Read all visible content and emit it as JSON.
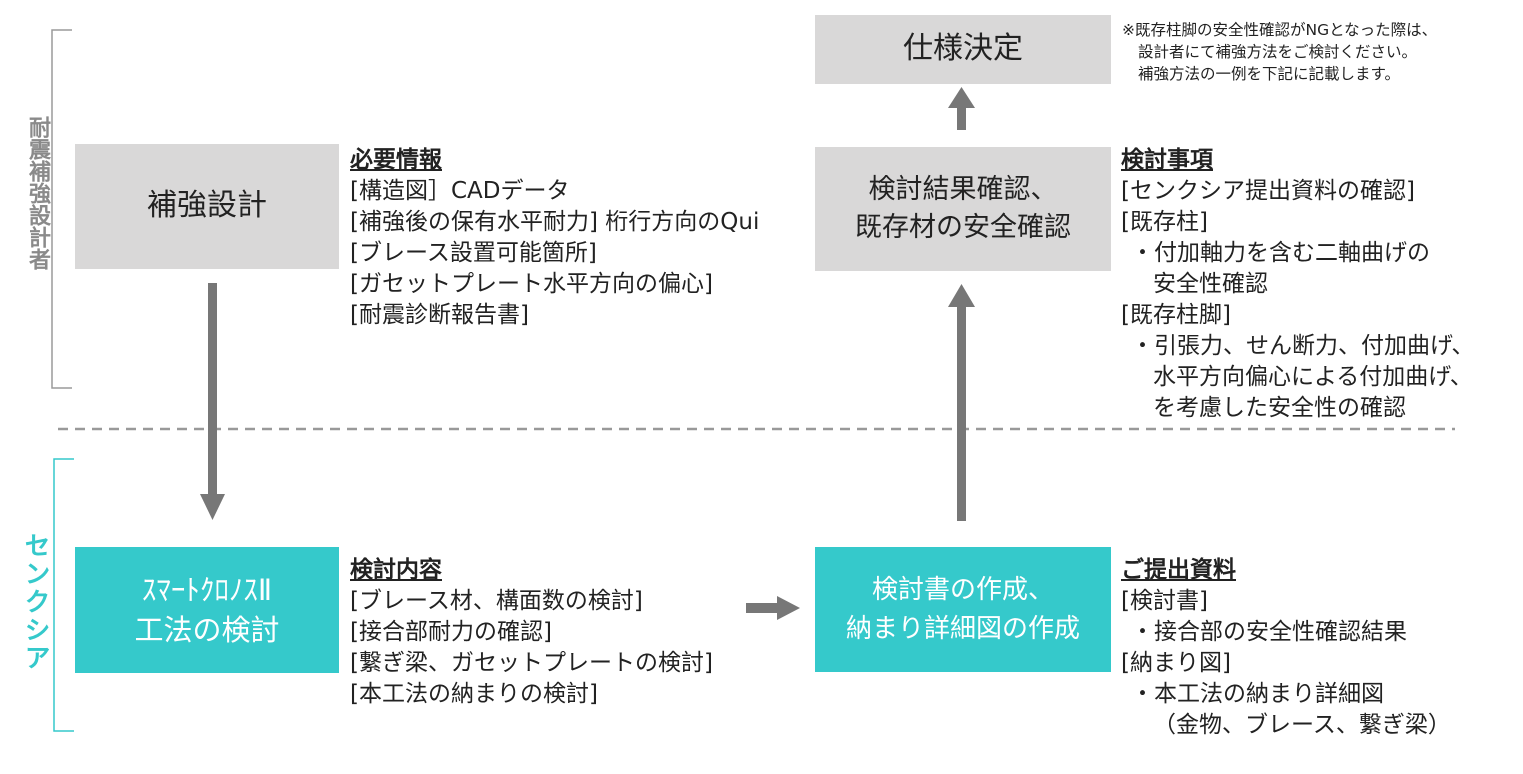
{
  "colors": {
    "gray_box": "#d9d8d8",
    "teal_box": "#35c9cb",
    "arrow": "#777777",
    "gray_label": "#8a8a8a",
    "teal_label": "#35c9cb"
  },
  "roles": {
    "designer": "耐震補強設計者",
    "sencxia": "センクシア"
  },
  "boxes": {
    "spec": "仕様決定",
    "design": "補強設計",
    "confirm_line1": "検討結果確認、",
    "confirm_line2": "既存材の安全確認",
    "method_line1": "ｽﾏｰﾄｸﾛﾉｽⅡ",
    "method_line2": "工法の検討",
    "create_line1": "検討書の作成、",
    "create_line2": "納まり詳細図の作成"
  },
  "note": {
    "line1": "※既存柱脚の安全性確認がNGとなった際は、",
    "line2": "設計者にて補強方法をご検討ください。",
    "line3": "補強方法の一例を下記に記載します。"
  },
  "required_info": {
    "heading": "必要情報",
    "items": [
      "[構造図］CADデータ",
      "[補強後の保有水平耐力] 桁行方向のQui",
      "[ブレース設置可能箇所]",
      "[ガセットプレート水平方向の偏心]",
      "[耐震診断報告書]"
    ]
  },
  "review_items": {
    "heading": "検討事項",
    "line1": "[センクシア提出資料の確認]",
    "line2": "[既存柱]",
    "line3": "・付加軸力を含む二軸曲げの",
    "line4": "安全性確認",
    "line5": "[既存柱脚]",
    "line6": "・引張力、せん断力、付加曲げ、",
    "line7": "水平方向偏心による付加曲げ、",
    "line8": "を考慮した安全性の確認"
  },
  "study_contents": {
    "heading": "検討内容",
    "items": [
      "[ブレース材、構面数の検討]",
      "[接合部耐力の確認]",
      "[繋ぎ梁、ガセットプレートの検討]",
      "[本工法の納まりの検討]"
    ]
  },
  "submitted_docs": {
    "heading": "ご提出資料",
    "line1": "[検討書]",
    "line2": "・接合部の安全性確認結果",
    "line3": "[納まり図]",
    "line4": "・本工法の納まり詳細図",
    "line5": "（金物、ブレース、繋ぎ梁）"
  }
}
